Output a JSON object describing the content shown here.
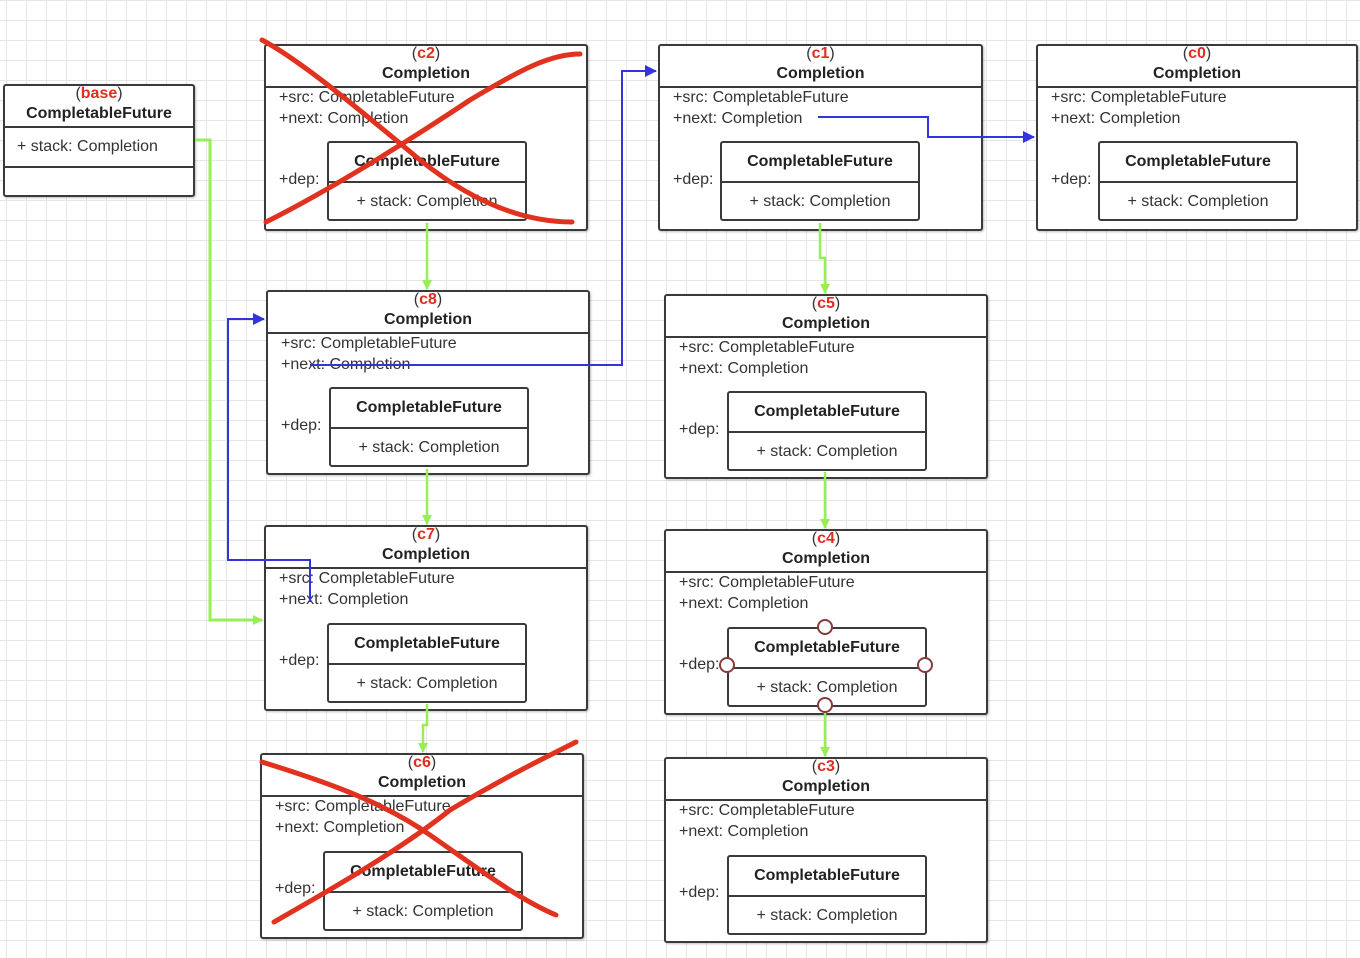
{
  "base": {
    "tag": "base",
    "class_name": "CompletableFuture",
    "field": "+ stack: Completion"
  },
  "completion": {
    "class_name": "Completion",
    "src_field": "+src: CompletableFuture",
    "next_field": "+next: Completion",
    "dep_label": "+dep:",
    "dep_class": "CompletableFuture",
    "dep_field": "+ stack: Completion"
  },
  "nodes": [
    {
      "id": "c2",
      "crossed_out": true
    },
    {
      "id": "c1",
      "crossed_out": false
    },
    {
      "id": "c0",
      "crossed_out": false
    },
    {
      "id": "c8",
      "crossed_out": false
    },
    {
      "id": "c5",
      "crossed_out": false
    },
    {
      "id": "c7",
      "crossed_out": false
    },
    {
      "id": "c4",
      "crossed_out": false,
      "selected": true
    },
    {
      "id": "c6",
      "crossed_out": true
    },
    {
      "id": "c3",
      "crossed_out": false
    }
  ],
  "colors": {
    "tag_id": "#e02d21",
    "cross_out": "#e0321f",
    "next_link": "#3333e0",
    "stack_link": "#99ee55",
    "border": "#3a3a3a"
  }
}
